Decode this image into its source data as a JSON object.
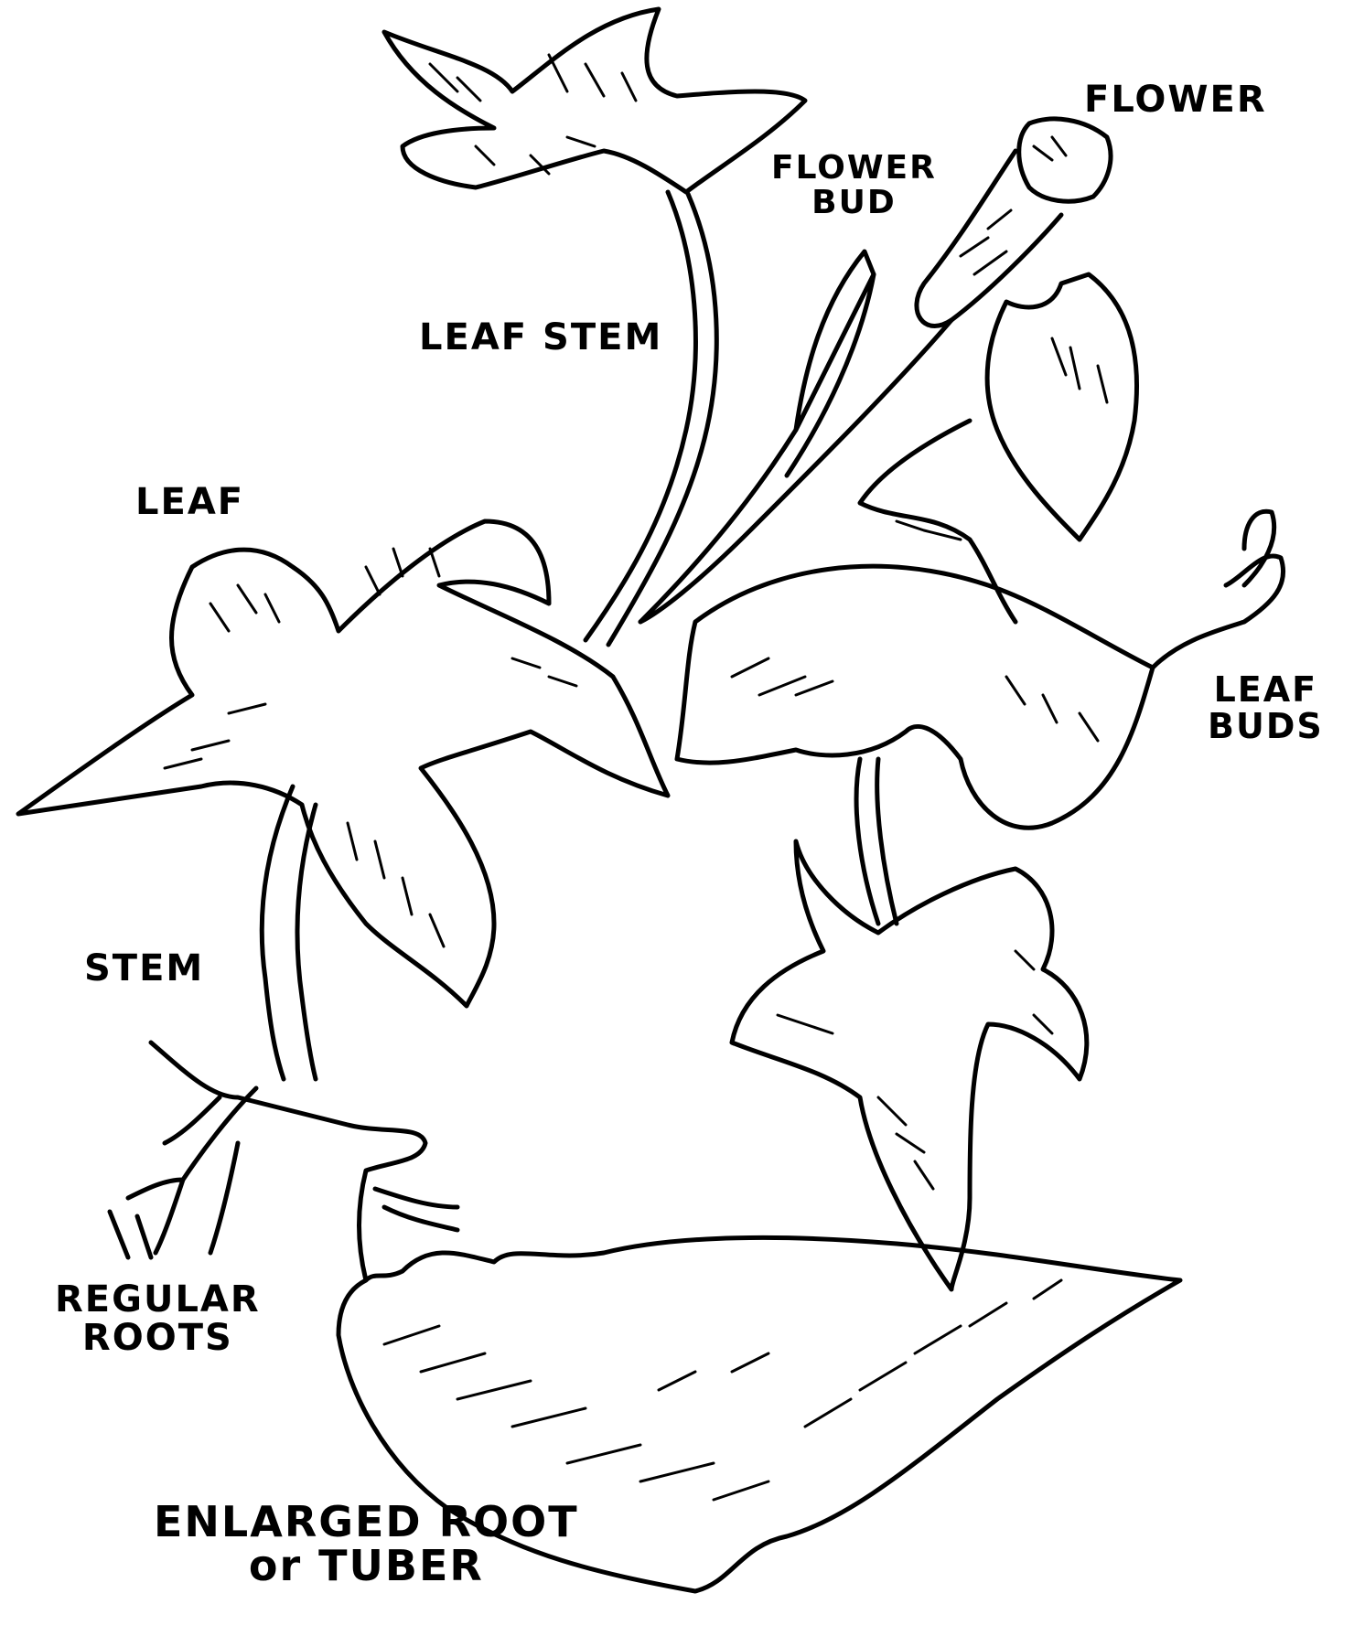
{
  "labels": {
    "flower": [
      "FLOWER"
    ],
    "flower_bud": [
      "FLOWER",
      "BUD"
    ],
    "leaf_stem": [
      "LEAF STEM"
    ],
    "leaf": [
      "LEAF"
    ],
    "leaf_buds": [
      "LEAF",
      "BUDS"
    ],
    "stem": [
      "STEM"
    ],
    "regular_roots": [
      "REGULAR",
      "ROOTS"
    ],
    "enlarged_root": [
      "ENLARGED ROOT",
      "or TUBER"
    ]
  },
  "colors": {
    "ink": "#000000",
    "paper": "#ffffff"
  }
}
